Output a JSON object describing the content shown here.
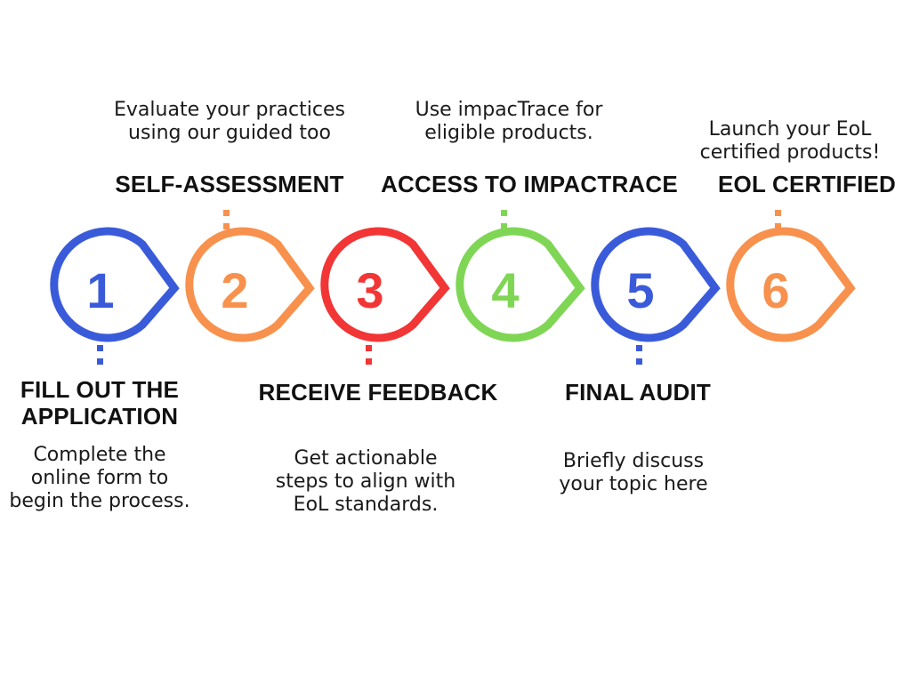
{
  "steps": [
    {
      "number": "1",
      "title_line1": "FILL OUT THE",
      "title_line2": "APPLICATION",
      "desc_line1": "Complete the",
      "desc_line2": "online form to",
      "desc_line3": "begin the process.",
      "color": "#3a5bd9"
    },
    {
      "number": "2",
      "title": "SELF-ASSESSMENT",
      "desc_line1": "Evaluate your practices",
      "desc_line2": "using our guided too",
      "color": "#f7914d"
    },
    {
      "number": "3",
      "title": "RECEIVE FEEDBACK",
      "desc_line1": "Get actionable",
      "desc_line2": "steps to align with",
      "desc_line3": "EoL standards.",
      "color": "#f23535"
    },
    {
      "number": "4",
      "title": "ACCESS TO IMPACTRACE",
      "desc_line1": "Use impacTrace for",
      "desc_line2": "eligible products.",
      "color": "#7fd655"
    },
    {
      "number": "5",
      "title": "FINAL AUDIT",
      "desc_line1": "Briefly discuss",
      "desc_line2": "your topic here",
      "color": "#3a5bd9"
    },
    {
      "number": "6",
      "title": "EOL CERTIFIED",
      "desc_line1": "Launch your EoL",
      "desc_line2": "certified products!",
      "color": "#f7914d"
    }
  ]
}
